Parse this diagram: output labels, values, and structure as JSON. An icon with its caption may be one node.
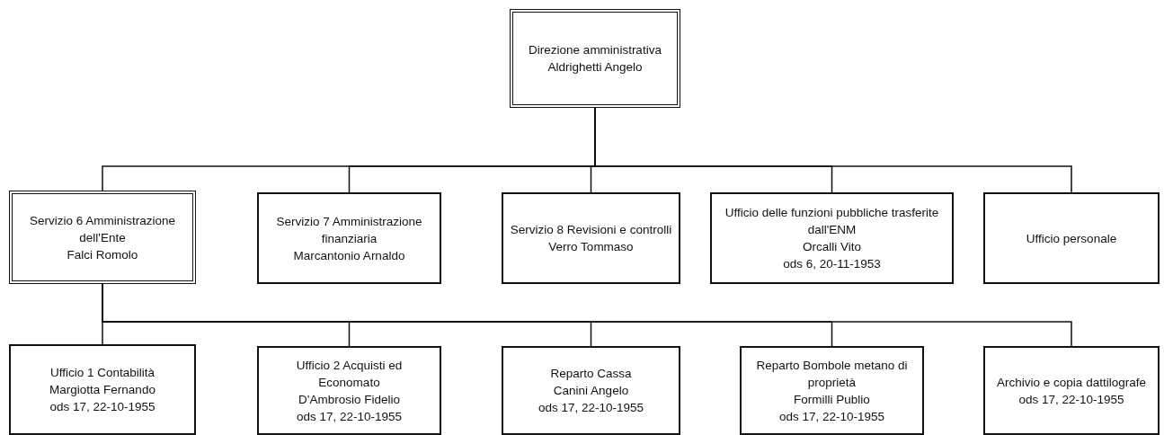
{
  "diagram": {
    "nodes": [
      {
        "text": [
          "Direzione amministrativa",
          "Aldrighetti Angelo"
        ]
      },
      {
        "text": [
          "Servizio 6 Amministrazione dell'Ente",
          "Falci Romolo"
        ]
      },
      {
        "text": [
          "Servizio 7 Amministrazione finanziaria",
          "Marcantonio Arnaldo"
        ]
      },
      {
        "text": [
          "Servizio 8 Revisioni e controlli",
          "Verro Tommaso"
        ]
      },
      {
        "text": [
          "Ufficio delle funzioni pubbliche trasferite dall'ENM",
          "Orcalli Vito",
          "ods 6, 20-11-1953"
        ]
      },
      {
        "text": [
          "Ufficio personale"
        ]
      },
      {
        "text": [
          "Ufficio 1 Contabilità",
          "Margiotta Fernando",
          "ods 17, 22-10-1955"
        ]
      },
      {
        "text": [
          "Ufficio 2 Acquisti ed Economato",
          "D'Ambrosio Fidelio",
          "ods 17, 22-10-1955"
        ]
      },
      {
        "text": [
          "Reparto Cassa",
          "Canini Angelo",
          "ods 17, 22-10-1955"
        ]
      },
      {
        "text": [
          "Reparto Bombole metano di proprietà",
          "Formilli Publio",
          "ods 17, 22-10-1955"
        ]
      },
      {
        "text": [
          "Archivio e copia dattilografe",
          "ods 17, 22-10-1955"
        ]
      }
    ],
    "edges": [
      {
        "from": 0,
        "to": 1,
        "arrow": "none"
      },
      {
        "from": 0,
        "to": 2,
        "arrow": "none"
      },
      {
        "from": 0,
        "to": 3,
        "arrow": "none"
      },
      {
        "from": 0,
        "to": 4,
        "arrow": "none"
      },
      {
        "from": 0,
        "to": 5,
        "arrow": "none"
      },
      {
        "from": 1,
        "to": 6,
        "arrow": "none"
      },
      {
        "from": 1,
        "to": 7,
        "arrow": "none"
      },
      {
        "from": 1,
        "to": 8,
        "arrow": "none"
      },
      {
        "from": 1,
        "to": 9,
        "arrow": "none"
      },
      {
        "from": 1,
        "to": 10,
        "arrow": "none"
      }
    ]
  }
}
